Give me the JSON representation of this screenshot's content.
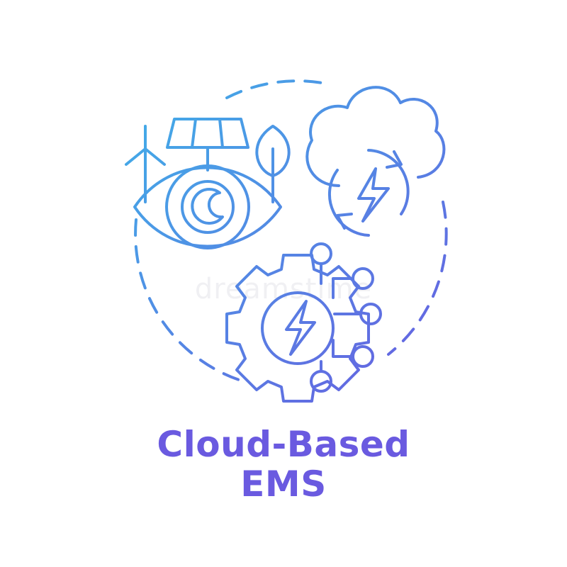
{
  "title": {
    "line1": "Cloud-Based",
    "line2": "EMS"
  },
  "watermark": "dreamstime",
  "colors": {
    "gradient_top": "#3fb2e8",
    "gradient_bottom": "#6a5ae0",
    "title": "#6a5ae0"
  },
  "icons": [
    "eye-icon",
    "solar-panel-icon",
    "wind-turbine-icon",
    "tree-icon",
    "cloud-icon",
    "refresh-arrows-icon",
    "lightning-icon",
    "gear-icon",
    "network-nodes-icon"
  ]
}
